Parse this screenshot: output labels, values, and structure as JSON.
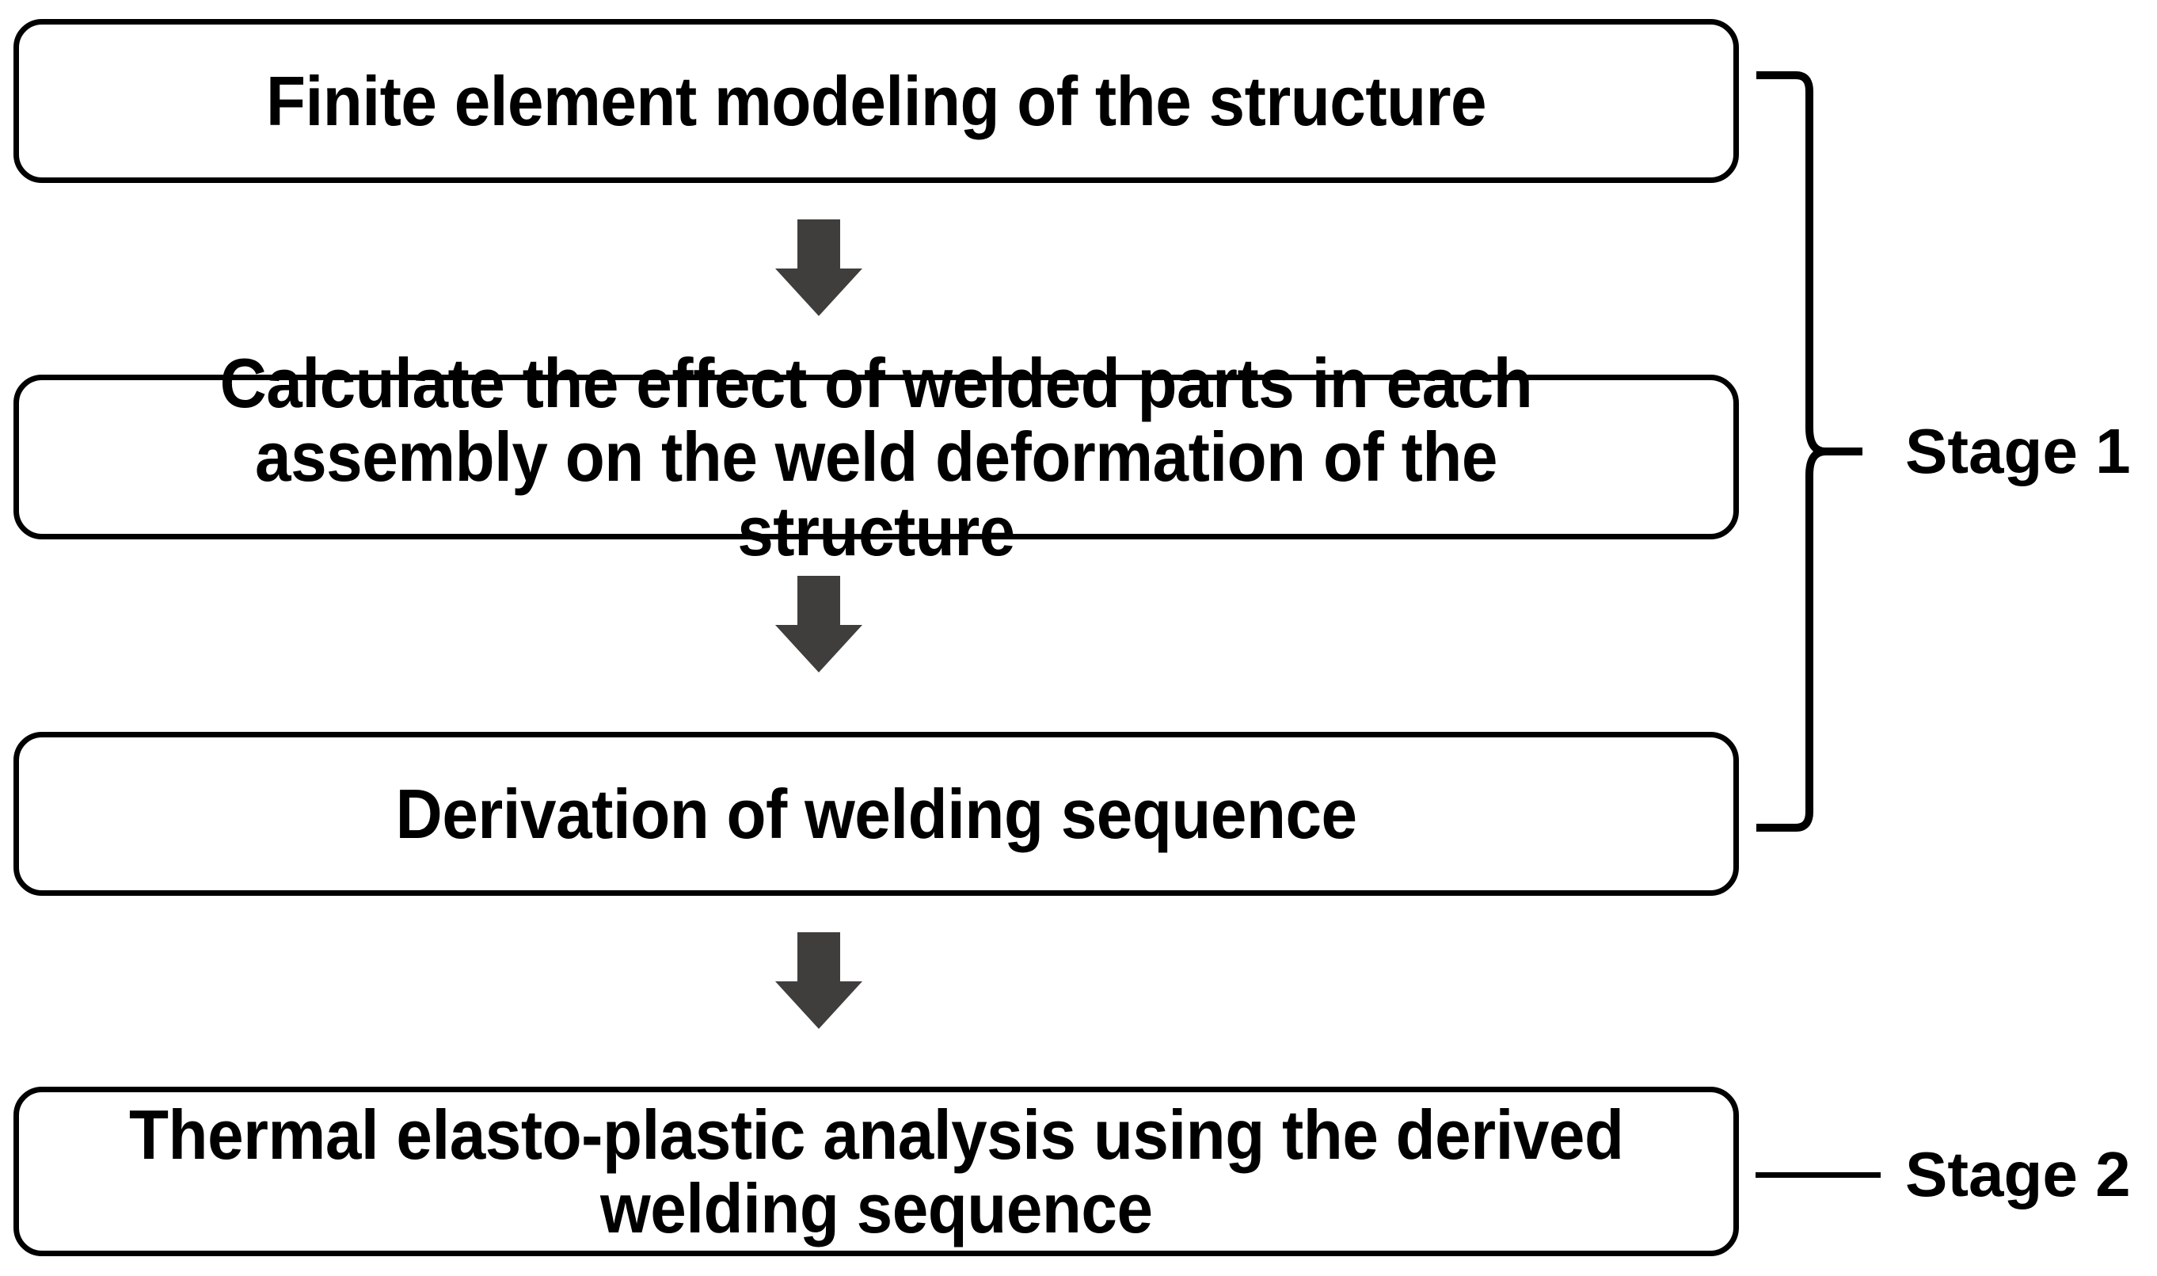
{
  "diagram": {
    "title": "Two-stage welding deformation analysis flowchart",
    "background_color": "#ffffff",
    "line_color": "#000000",
    "arrow_color": "#403e3c"
  },
  "steps": [
    {
      "id": "step-1",
      "order": 1,
      "text": "Finite element modeling of the structure",
      "stage": "Stage 1"
    },
    {
      "id": "step-2",
      "order": 2,
      "text": "Calculate the effect of welded parts in each\nassembly on the weld deformation of the structure",
      "stage": "Stage 1"
    },
    {
      "id": "step-3",
      "order": 3,
      "text": "Derivation of welding sequence",
      "stage": "Stage 1"
    },
    {
      "id": "step-4",
      "order": 4,
      "text": "Thermal elasto-plastic analysis using the derived\nwelding sequence",
      "stage": "Stage 2"
    }
  ],
  "connectors": [
    {
      "id": "arrow-1",
      "icon": "down-arrow-icon",
      "from": "step-1",
      "to": "step-2"
    },
    {
      "id": "arrow-2",
      "icon": "down-arrow-icon",
      "from": "step-2",
      "to": "step-3"
    },
    {
      "id": "arrow-3",
      "icon": "down-arrow-icon",
      "from": "step-3",
      "to": "step-4"
    }
  ],
  "stages": [
    {
      "id": "stage-1",
      "label": "Stage 1",
      "bracket": "curly-brace",
      "covers": [
        "step-1",
        "step-2",
        "step-3"
      ]
    },
    {
      "id": "stage-2",
      "label": "Stage 2",
      "bracket": "dash",
      "covers": [
        "step-4"
      ]
    }
  ]
}
